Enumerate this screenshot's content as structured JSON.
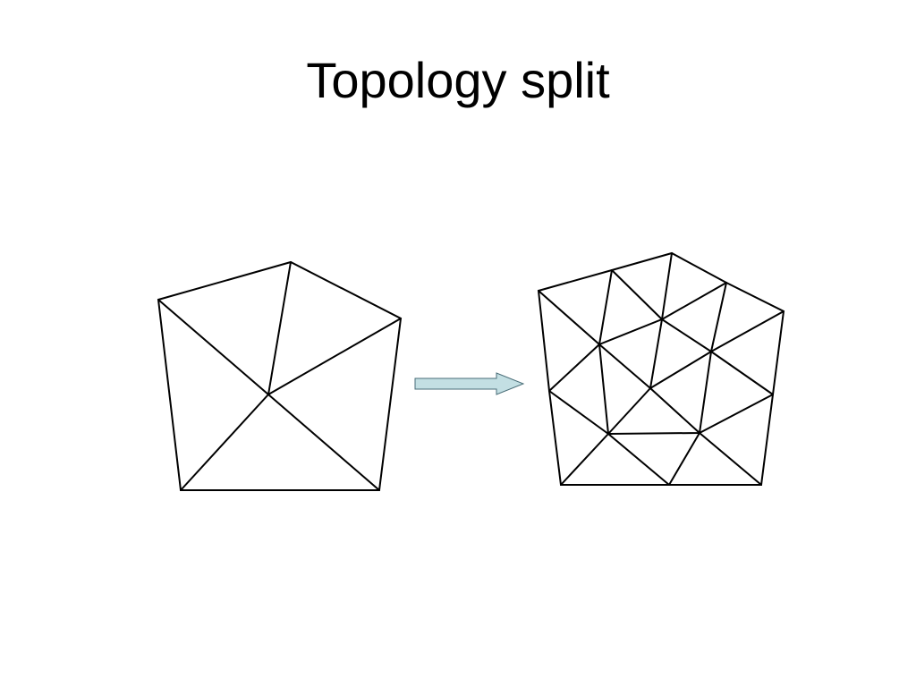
{
  "slide": {
    "title": "Topology split"
  },
  "colors": {
    "line": "#000000",
    "arrow_fill": "#c3dfe3",
    "arrow_stroke": "#4a6e78"
  },
  "diagram": {
    "description_icons": [
      "coarse-mesh",
      "arrow-right-icon",
      "refined-mesh"
    ]
  }
}
